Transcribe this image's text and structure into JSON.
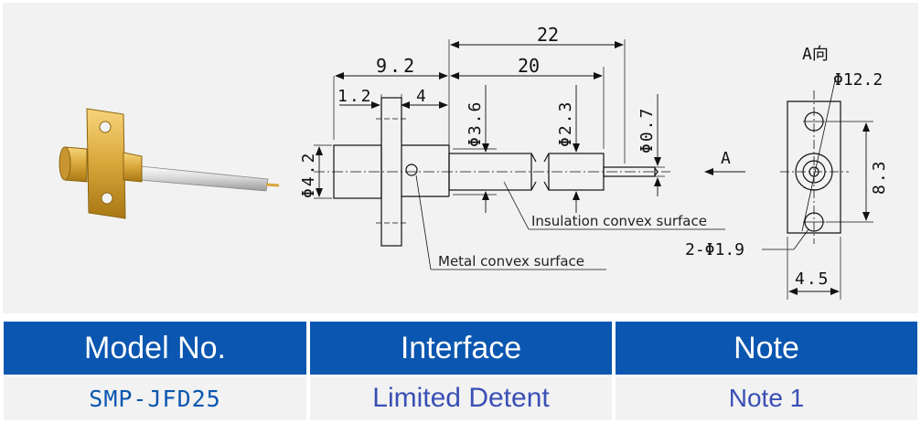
{
  "drawing": {
    "dimensions": {
      "overall_length": "22",
      "body_length": "20",
      "flange_width": "9.2",
      "flange_offset": "1.2",
      "rear_offset": "4",
      "rear_diameter": "Φ4.2",
      "body_diameter": "Φ3.6",
      "insulation_diameter": "Φ2.3",
      "pin_diameter": "Φ0.7",
      "flange_dia": "Φ12.2",
      "hole_spacing": "8.3",
      "hole_diameter": "2-Φ1.9",
      "flange_thickness": "4.5"
    },
    "view_label": "A向",
    "arrow_label": "A",
    "callouts": {
      "insulation": "Insulation convex surface",
      "metal": "Metal convex surface"
    }
  },
  "table": {
    "headers": [
      "Model No.",
      "Interface",
      "Note"
    ],
    "row": {
      "model": "SMP-JFD25",
      "interface": "Limited Detent",
      "note": "Note 1"
    }
  }
}
